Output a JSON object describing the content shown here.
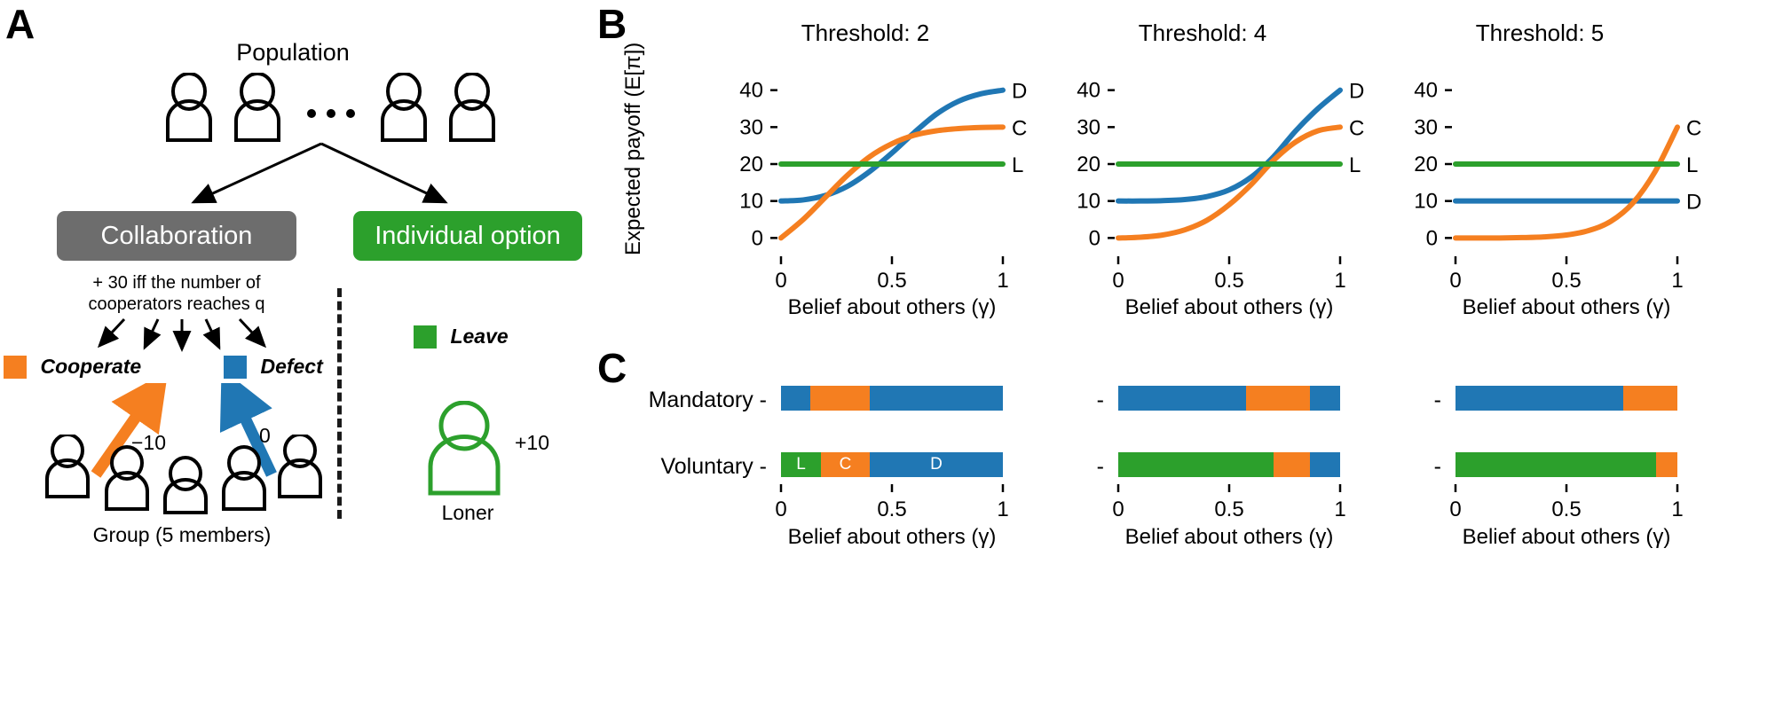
{
  "panels": {
    "a": {
      "letter": "A"
    },
    "b": {
      "letter": "B"
    },
    "c": {
      "letter": "C"
    }
  },
  "panel_a": {
    "population_label": "Population",
    "ellipsis": "· · ·",
    "collaboration_label": "Collaboration",
    "individual_option_label": "Individual option",
    "bonus_line1": "+ 30 iff the number of",
    "bonus_line2": "cooperators reaches q",
    "cooperate_label": "Cooperate",
    "defect_label": "Defect",
    "leave_label": "Leave",
    "cooperate_cost": "−10",
    "defect_cost": "0",
    "loner_payoff": "+10",
    "loner_label": "Loner",
    "group_caption": "Group (5 members)",
    "colors": {
      "cooperate": "#f57f20",
      "defect": "#2077b4",
      "leave": "#2ca02c",
      "collaboration_box": "#6d6d6d",
      "individual_box": "#2ca02c"
    }
  },
  "chart_data": [
    {
      "type": "line",
      "title": "Threshold: 2",
      "xlabel": "Belief about others (γ)",
      "ylabel": "Expected payoff (E[π])",
      "xlim": [
        0,
        1
      ],
      "ylim": [
        -4,
        44
      ],
      "xticks": [
        0,
        0.5,
        1
      ],
      "xticklabels": [
        "0",
        "0.5",
        "1"
      ],
      "yticks": [
        0,
        10,
        20,
        30,
        40
      ],
      "yticklabels": [
        "0",
        "10",
        "20",
        "30",
        "40"
      ],
      "grid": false,
      "legend": "right-inline",
      "series": [
        {
          "name": "D",
          "label": "D",
          "color": "#2077b4",
          "x": [
            0,
            0.1,
            0.2,
            0.3,
            0.4,
            0.5,
            0.6,
            0.7,
            0.8,
            0.9,
            1.0
          ],
          "values": [
            10.0,
            10.3,
            11.5,
            14.0,
            18.0,
            23.0,
            28.5,
            33.5,
            37.0,
            39.0,
            40.0
          ]
        },
        {
          "name": "C",
          "label": "C",
          "color": "#f57f20",
          "x": [
            0,
            0.1,
            0.2,
            0.3,
            0.4,
            0.5,
            0.6,
            0.7,
            0.8,
            0.9,
            1.0
          ],
          "values": [
            0.0,
            5.0,
            11.0,
            17.0,
            22.0,
            25.5,
            27.8,
            29.0,
            29.6,
            29.9,
            30.0
          ]
        },
        {
          "name": "L",
          "label": "L",
          "color": "#2ca02c",
          "x": [
            0,
            1
          ],
          "values": [
            20,
            20
          ]
        }
      ]
    },
    {
      "type": "line",
      "title": "Threshold: 4",
      "xlabel": "Belief about others (γ)",
      "ylabel": "",
      "xlim": [
        0,
        1
      ],
      "ylim": [
        -4,
        44
      ],
      "xticks": [
        0,
        0.5,
        1
      ],
      "xticklabels": [
        "0",
        "0.5",
        "1"
      ],
      "yticks": [
        0,
        10,
        20,
        30,
        40
      ],
      "yticklabels": [
        "0",
        "10",
        "20",
        "30",
        "40"
      ],
      "grid": false,
      "legend": "right-inline",
      "series": [
        {
          "name": "D",
          "label": "D",
          "color": "#2077b4",
          "x": [
            0,
            0.1,
            0.2,
            0.3,
            0.4,
            0.5,
            0.6,
            0.7,
            0.8,
            0.9,
            1.0
          ],
          "values": [
            10.0,
            10.0,
            10.1,
            10.4,
            11.2,
            13.0,
            16.5,
            22.0,
            29.0,
            35.0,
            40.0
          ]
        },
        {
          "name": "C",
          "label": "C",
          "color": "#f57f20",
          "x": [
            0,
            0.1,
            0.2,
            0.3,
            0.4,
            0.5,
            0.6,
            0.7,
            0.8,
            0.9,
            1.0
          ],
          "values": [
            0.0,
            0.2,
            0.8,
            2.2,
            4.8,
            9.0,
            14.5,
            21.0,
            26.0,
            29.0,
            30.0
          ]
        },
        {
          "name": "L",
          "label": "L",
          "color": "#2ca02c",
          "x": [
            0,
            1
          ],
          "values": [
            20,
            20
          ]
        }
      ]
    },
    {
      "type": "line",
      "title": "Threshold: 5",
      "xlabel": "Belief about others (γ)",
      "ylabel": "",
      "xlim": [
        0,
        1
      ],
      "ylim": [
        -4,
        44
      ],
      "xticks": [
        0,
        0.5,
        1
      ],
      "xticklabels": [
        "0",
        "0.5",
        "1"
      ],
      "yticks": [
        0,
        10,
        20,
        30,
        40
      ],
      "yticklabels": [
        "0",
        "10",
        "20",
        "30",
        "40"
      ],
      "grid": false,
      "legend": "right-inline",
      "series": [
        {
          "name": "D",
          "label": "D",
          "color": "#2077b4",
          "x": [
            0,
            1
          ],
          "values": [
            10,
            10
          ]
        },
        {
          "name": "C",
          "label": "C",
          "color": "#f57f20",
          "x": [
            0,
            0.1,
            0.2,
            0.3,
            0.4,
            0.5,
            0.6,
            0.7,
            0.8,
            0.9,
            1.0
          ],
          "values": [
            0.0,
            0.0,
            0.0,
            0.1,
            0.3,
            0.8,
            2.0,
            4.5,
            9.5,
            18.0,
            30.0
          ]
        },
        {
          "name": "L",
          "label": "L",
          "color": "#2ca02c",
          "x": [
            0,
            1
          ],
          "values": [
            20,
            20
          ]
        }
      ]
    },
    {
      "type": "bar",
      "subtype": "stacked-horizontal-regions",
      "title": "",
      "xlabel": "Belief about others (γ)",
      "xlim": [
        0,
        1
      ],
      "xticks": [
        0,
        0.5,
        1
      ],
      "xticklabels": [
        "0",
        "0.5",
        "1"
      ],
      "categories": [
        "Mandatory",
        "Voluntary"
      ],
      "rows": [
        {
          "label": "Mandatory",
          "show_label": true,
          "segments": [
            {
              "strategy": "D",
              "text": "",
              "start": 0.0,
              "end": 0.13,
              "color": "#2077b4"
            },
            {
              "strategy": "C",
              "text": "",
              "start": 0.13,
              "end": 0.4,
              "color": "#f57f20"
            },
            {
              "strategy": "D",
              "text": "",
              "start": 0.4,
              "end": 1.0,
              "color": "#2077b4"
            }
          ]
        },
        {
          "label": "Voluntary",
          "show_label": true,
          "segments": [
            {
              "strategy": "L",
              "text": "L",
              "start": 0.0,
              "end": 0.18,
              "color": "#2ca02c"
            },
            {
              "strategy": "C",
              "text": "C",
              "start": 0.18,
              "end": 0.4,
              "color": "#f57f20"
            },
            {
              "strategy": "D",
              "text": "D",
              "start": 0.4,
              "end": 1.0,
              "color": "#2077b4"
            }
          ]
        }
      ]
    },
    {
      "type": "bar",
      "subtype": "stacked-horizontal-regions",
      "title": "",
      "xlabel": "Belief about others (γ)",
      "xlim": [
        0,
        1
      ],
      "xticks": [
        0,
        0.5,
        1
      ],
      "xticklabels": [
        "0",
        "0.5",
        "1"
      ],
      "categories": [
        "Mandatory",
        "Voluntary"
      ],
      "rows": [
        {
          "label": "",
          "show_label": false,
          "segments": [
            {
              "strategy": "D",
              "text": "",
              "start": 0.0,
              "end": 0.575,
              "color": "#2077b4"
            },
            {
              "strategy": "C",
              "text": "",
              "start": 0.575,
              "end": 0.865,
              "color": "#f57f20"
            },
            {
              "strategy": "D",
              "text": "",
              "start": 0.865,
              "end": 1.0,
              "color": "#2077b4"
            }
          ]
        },
        {
          "label": "",
          "show_label": false,
          "segments": [
            {
              "strategy": "L",
              "text": "",
              "start": 0.0,
              "end": 0.7,
              "color": "#2ca02c"
            },
            {
              "strategy": "C",
              "text": "",
              "start": 0.7,
              "end": 0.865,
              "color": "#f57f20"
            },
            {
              "strategy": "D",
              "text": "",
              "start": 0.865,
              "end": 1.0,
              "color": "#2077b4"
            }
          ]
        }
      ]
    },
    {
      "type": "bar",
      "subtype": "stacked-horizontal-regions",
      "title": "",
      "xlabel": "Belief about others (γ)",
      "xlim": [
        0,
        1
      ],
      "xticks": [
        0,
        0.5,
        1
      ],
      "xticklabels": [
        "0",
        "0.5",
        "1"
      ],
      "categories": [
        "Mandatory",
        "Voluntary"
      ],
      "rows": [
        {
          "label": "",
          "show_label": false,
          "segments": [
            {
              "strategy": "D",
              "text": "",
              "start": 0.0,
              "end": 0.755,
              "color": "#2077b4"
            },
            {
              "strategy": "C",
              "text": "",
              "start": 0.755,
              "end": 1.0,
              "color": "#f57f20"
            }
          ]
        },
        {
          "label": "",
          "show_label": false,
          "segments": [
            {
              "strategy": "L",
              "text": "",
              "start": 0.0,
              "end": 0.905,
              "color": "#2ca02c"
            },
            {
              "strategy": "C",
              "text": "",
              "start": 0.905,
              "end": 1.0,
              "color": "#f57f20"
            }
          ]
        }
      ]
    }
  ],
  "panel_c": {
    "row_labels": [
      "Mandatory",
      "Voluntary"
    ],
    "dash": "-"
  }
}
